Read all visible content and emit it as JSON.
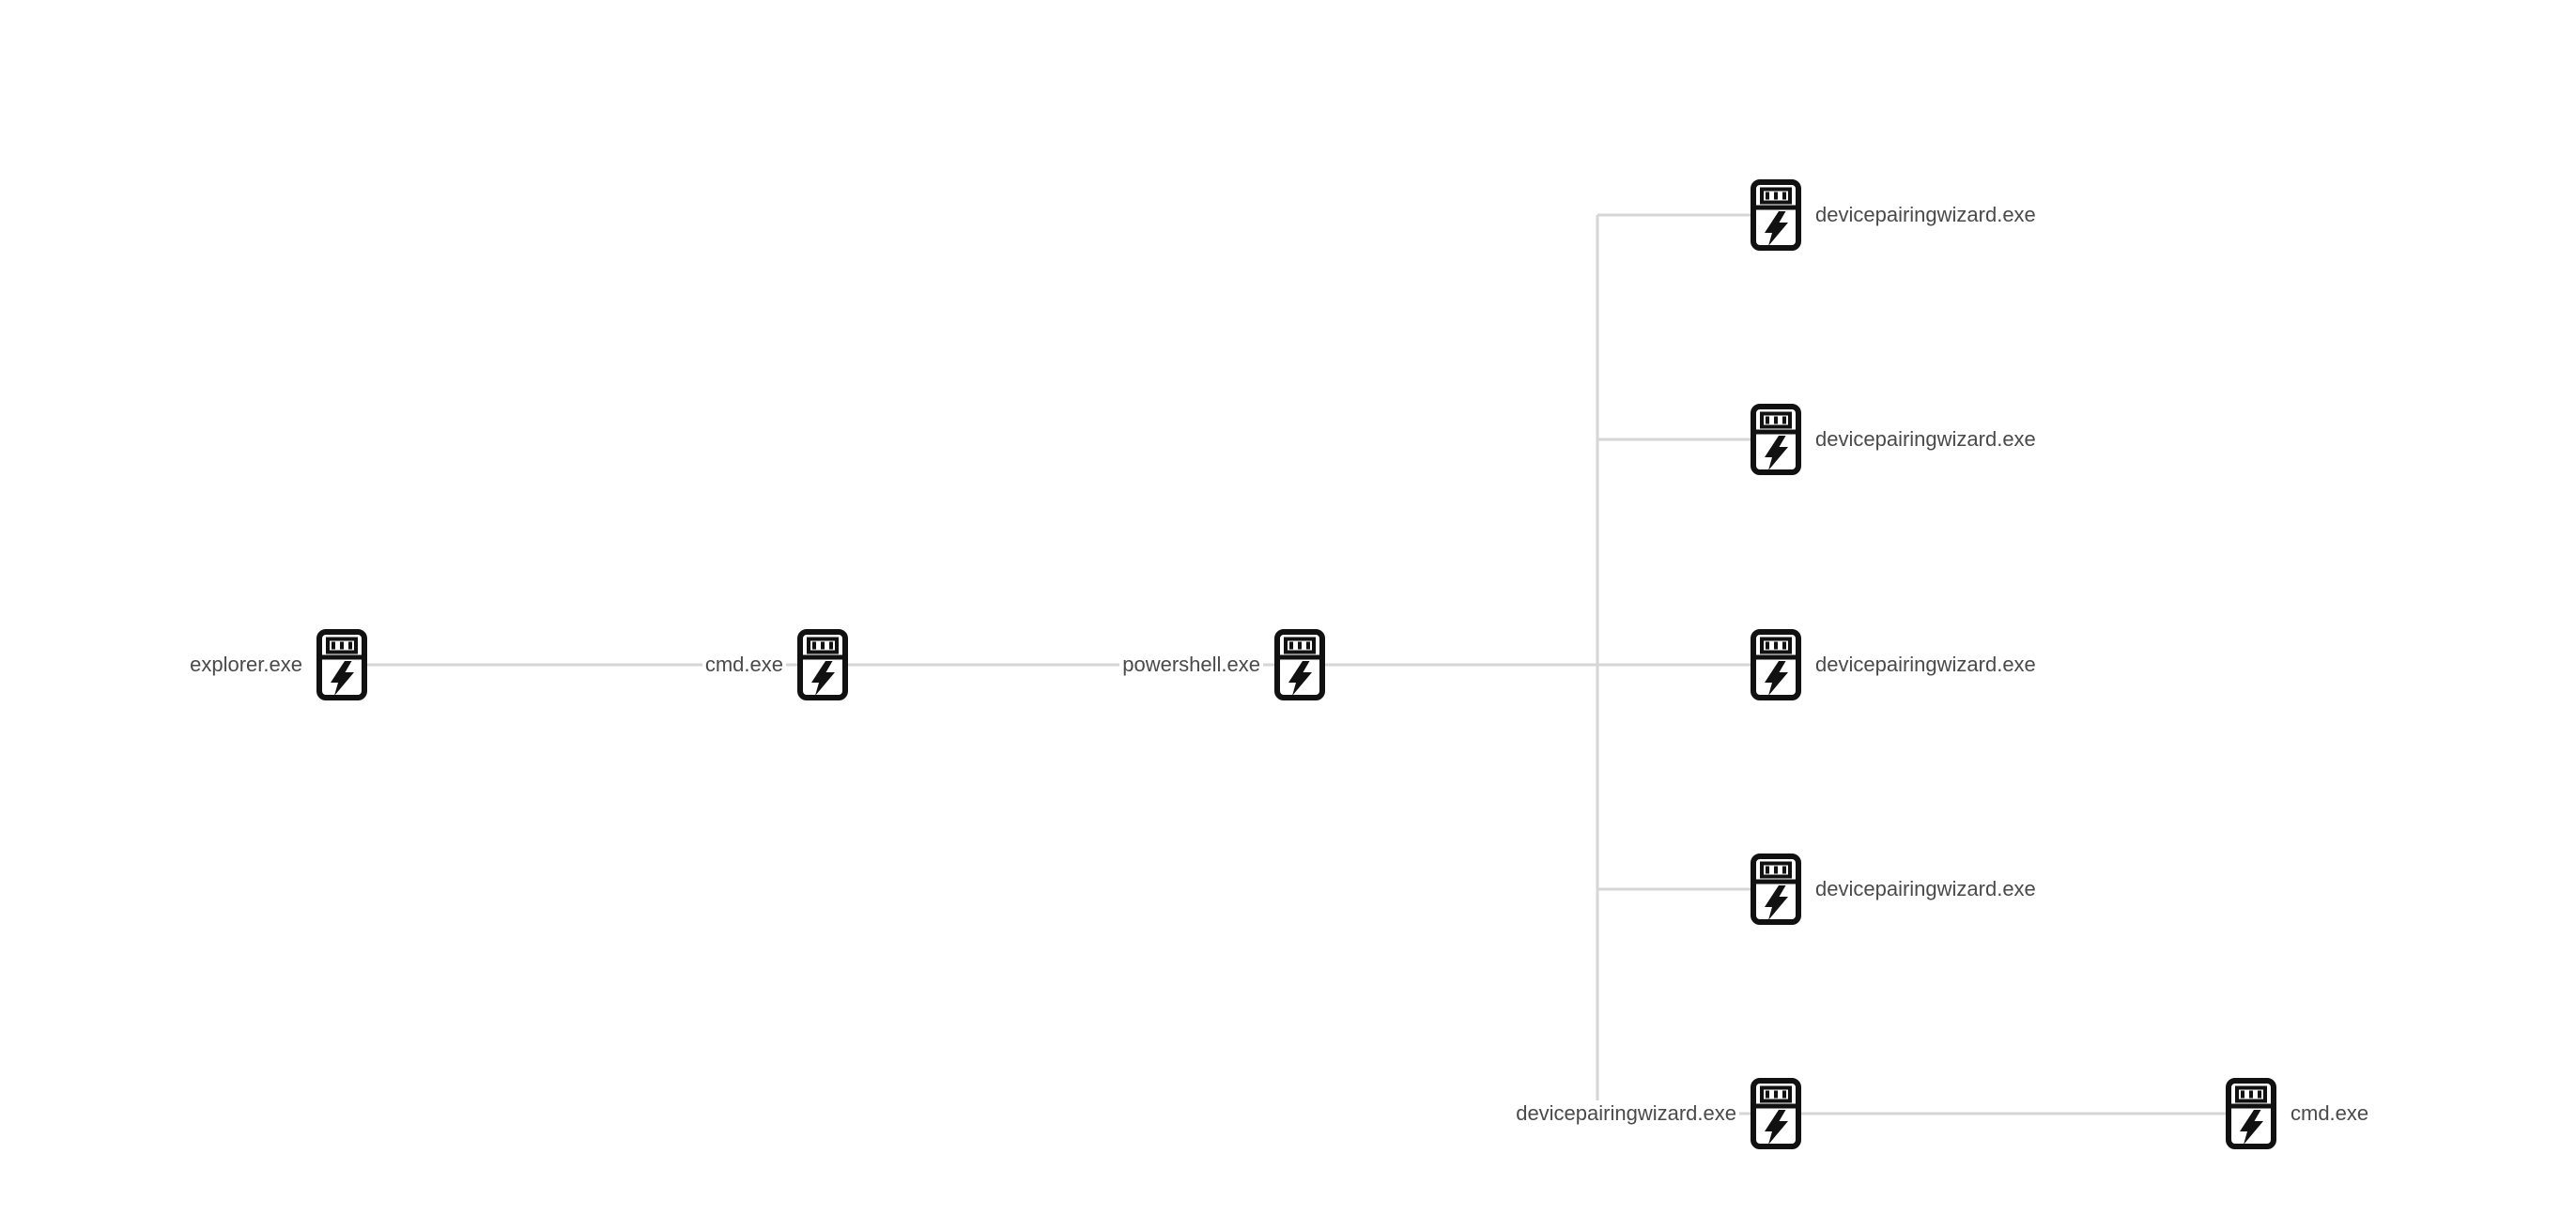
{
  "diagram": {
    "type": "process-tree",
    "background_color": "#ffffff",
    "edge_color": "#d6d6d6",
    "label_color": "#4a4a4a",
    "icon_color": "#111111",
    "nodes": [
      {
        "id": "explorer",
        "label": "explorer.exe",
        "icon": "process-lightning-icon"
      },
      {
        "id": "cmd-1",
        "label": "cmd.exe",
        "icon": "process-lightning-icon"
      },
      {
        "id": "powershell",
        "label": "powershell.exe",
        "icon": "process-lightning-icon"
      },
      {
        "id": "devicepairingwizard-1",
        "label": "devicepairingwizard.exe",
        "icon": "process-lightning-icon"
      },
      {
        "id": "devicepairingwizard-2",
        "label": "devicepairingwizard.exe",
        "icon": "process-lightning-icon"
      },
      {
        "id": "devicepairingwizard-3",
        "label": "devicepairingwizard.exe",
        "icon": "process-lightning-icon"
      },
      {
        "id": "devicepairingwizard-4",
        "label": "devicepairingwizard.exe",
        "icon": "process-lightning-icon"
      },
      {
        "id": "devicepairingwizard-5",
        "label": "devicepairingwizard.exe",
        "icon": "process-lightning-icon"
      },
      {
        "id": "cmd-2",
        "label": "cmd.exe",
        "icon": "process-lightning-icon"
      }
    ],
    "edges": [
      {
        "from": "explorer",
        "to": "cmd-1"
      },
      {
        "from": "cmd-1",
        "to": "powershell"
      },
      {
        "from": "powershell",
        "to": "devicepairingwizard-1"
      },
      {
        "from": "powershell",
        "to": "devicepairingwizard-2"
      },
      {
        "from": "powershell",
        "to": "devicepairingwizard-3"
      },
      {
        "from": "powershell",
        "to": "devicepairingwizard-4"
      },
      {
        "from": "powershell",
        "to": "devicepairingwizard-5"
      },
      {
        "from": "devicepairingwizard-5",
        "to": "cmd-2"
      }
    ]
  }
}
